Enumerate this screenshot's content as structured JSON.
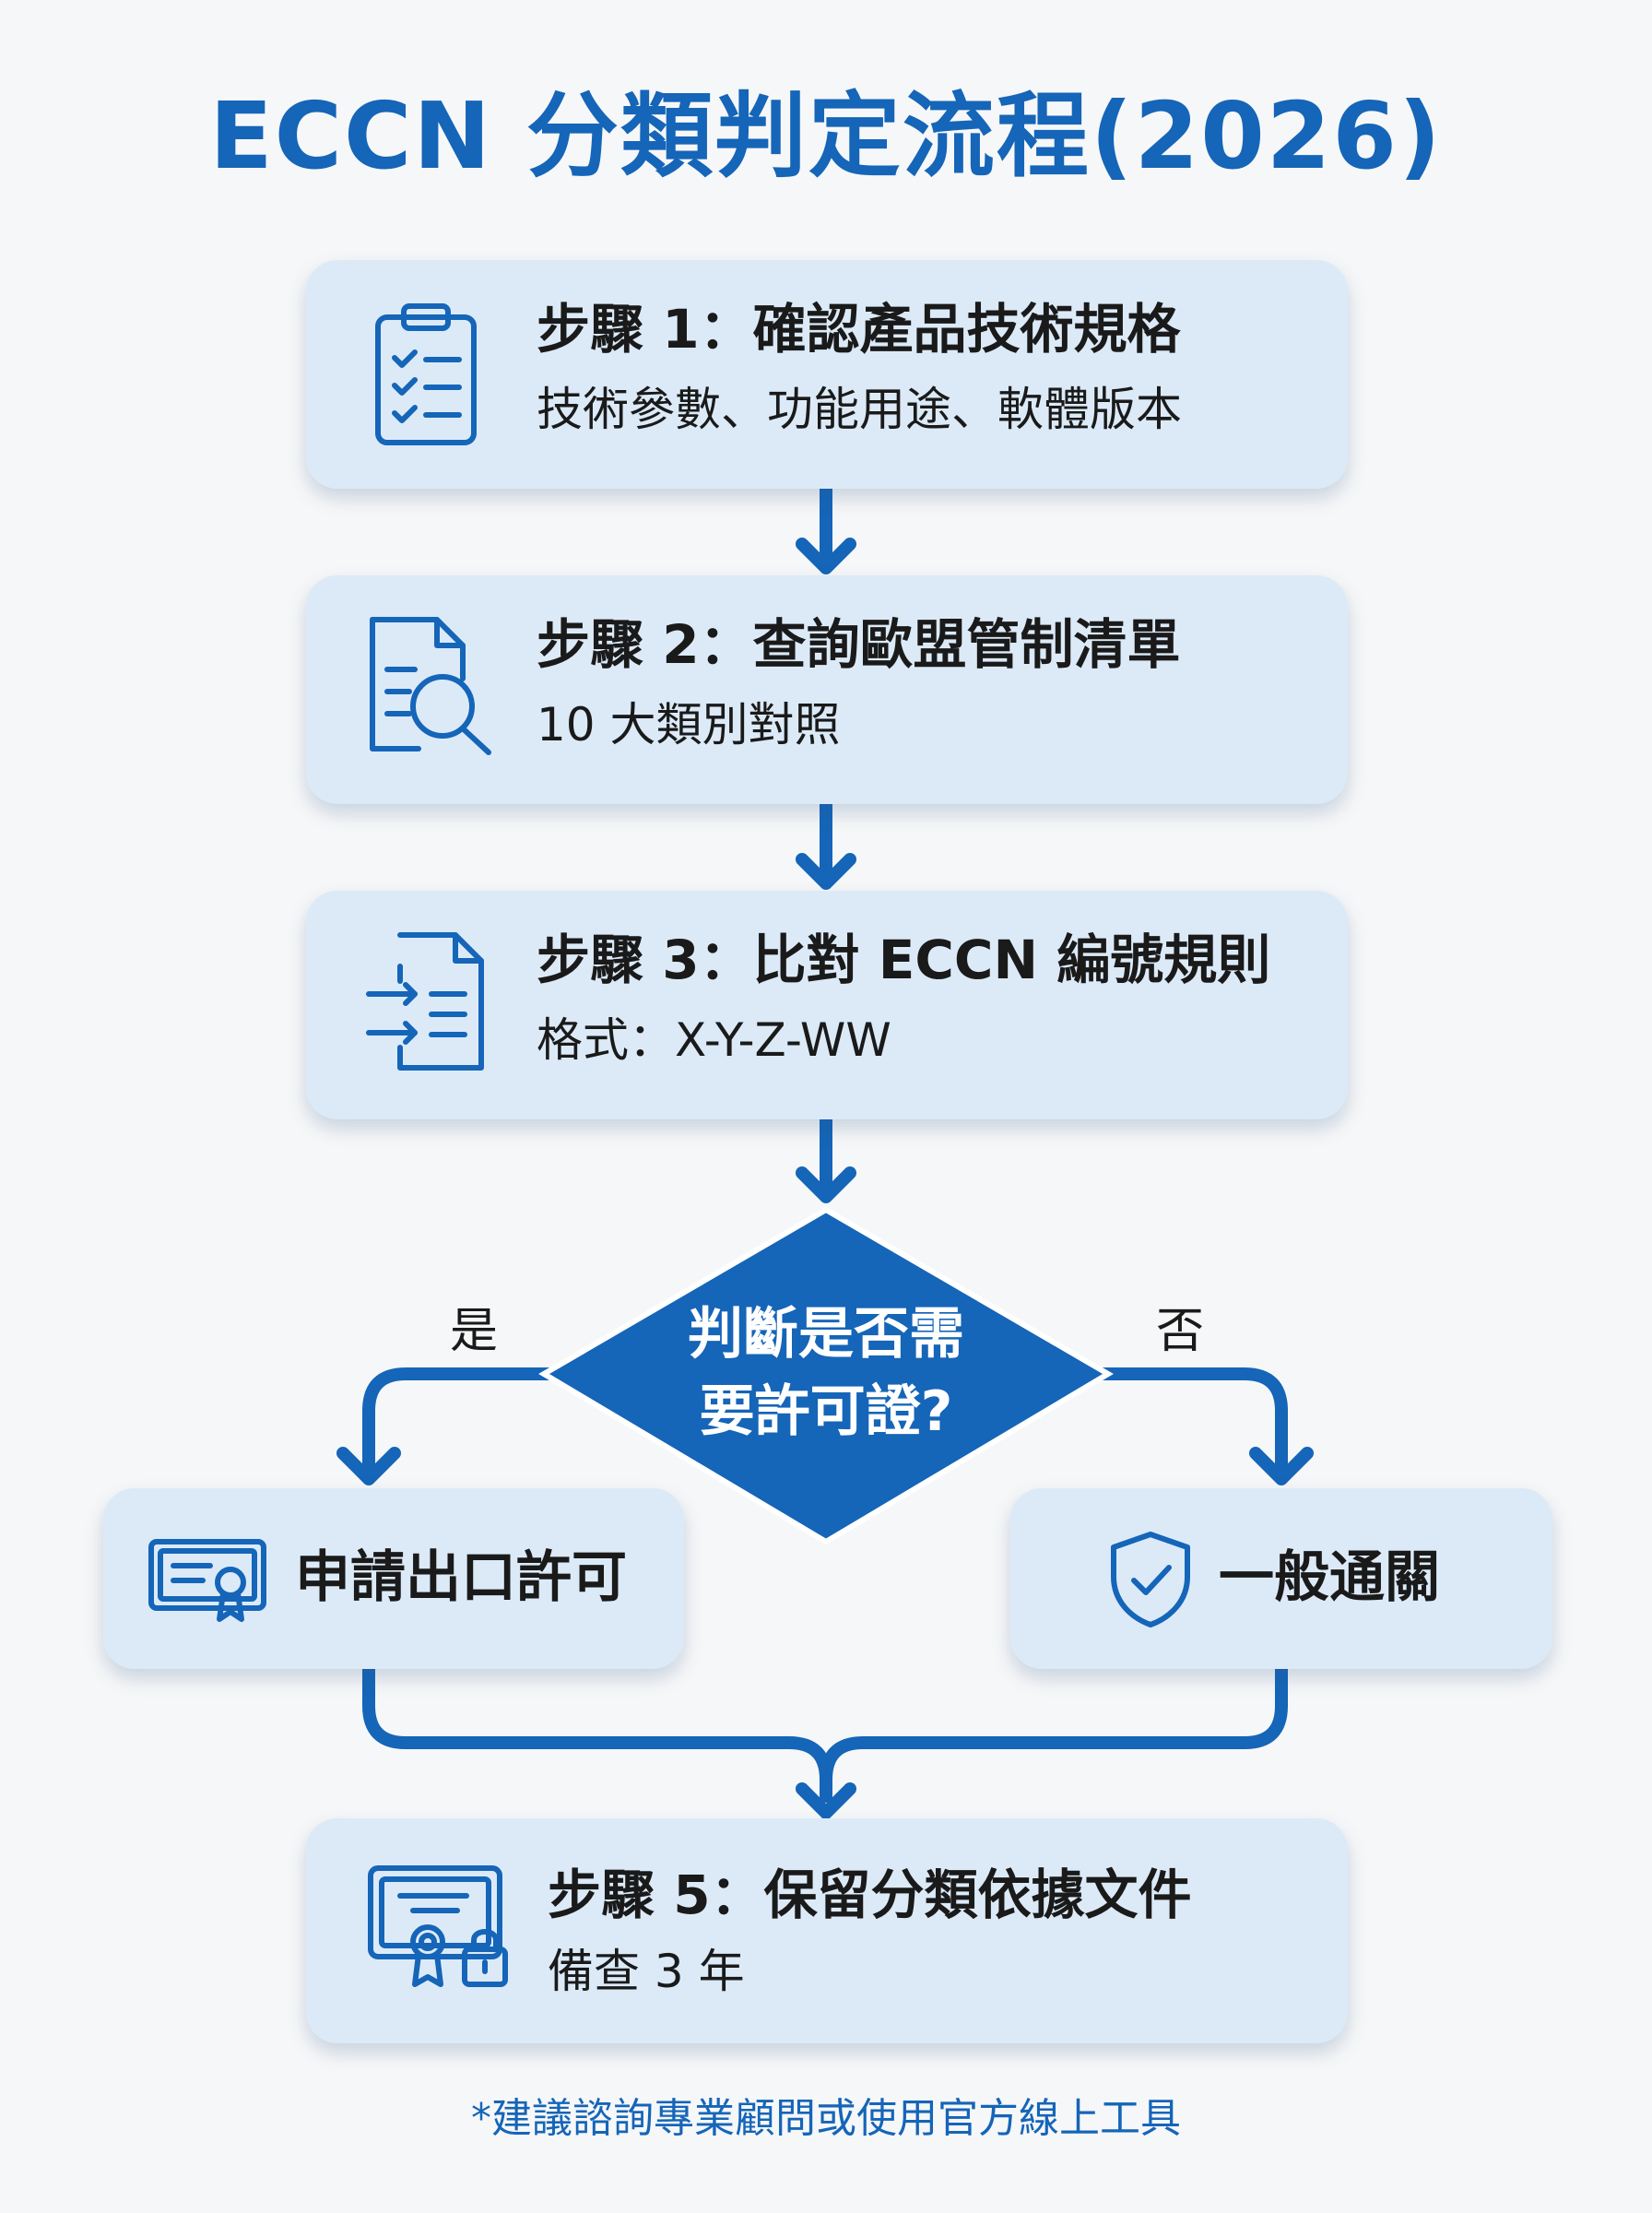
{
  "title": "ECCN 分類判定流程(2026)",
  "steps": [
    {
      "title": "步驟 1：確認產品技術規格",
      "desc": "技術參數、功能用途、軟體版本",
      "icon": "clipboard-checklist-icon"
    },
    {
      "title": "步驟 2：查詢歐盟管制清單",
      "desc": "10 大類別對照",
      "icon": "document-search-icon"
    },
    {
      "title": "步驟 3：比對 ECCN 編號規則",
      "desc": "格式：X-Y-Z-WW",
      "icon": "document-compare-icon"
    }
  ],
  "decision": {
    "line1": "判斷是否需",
    "line2": "要許可證?",
    "yes_label": "是",
    "no_label": "否"
  },
  "outcomes": {
    "yes": {
      "label": "申請出口許可",
      "icon": "certificate-icon"
    },
    "no": {
      "label": "一般通關",
      "icon": "shield-check-icon"
    }
  },
  "final_step": {
    "title": "步驟 5：保留分類依據文件",
    "desc": "備查 3 年",
    "icon": "certificate-lock-icon"
  },
  "footnote": "*建議諮詢專業顧問或使用官方線上工具",
  "colors": {
    "accent": "#1565b8",
    "box_fill": "#dceaf8",
    "diamond_fill": "#1565b8",
    "background": "#f6f7f8"
  }
}
